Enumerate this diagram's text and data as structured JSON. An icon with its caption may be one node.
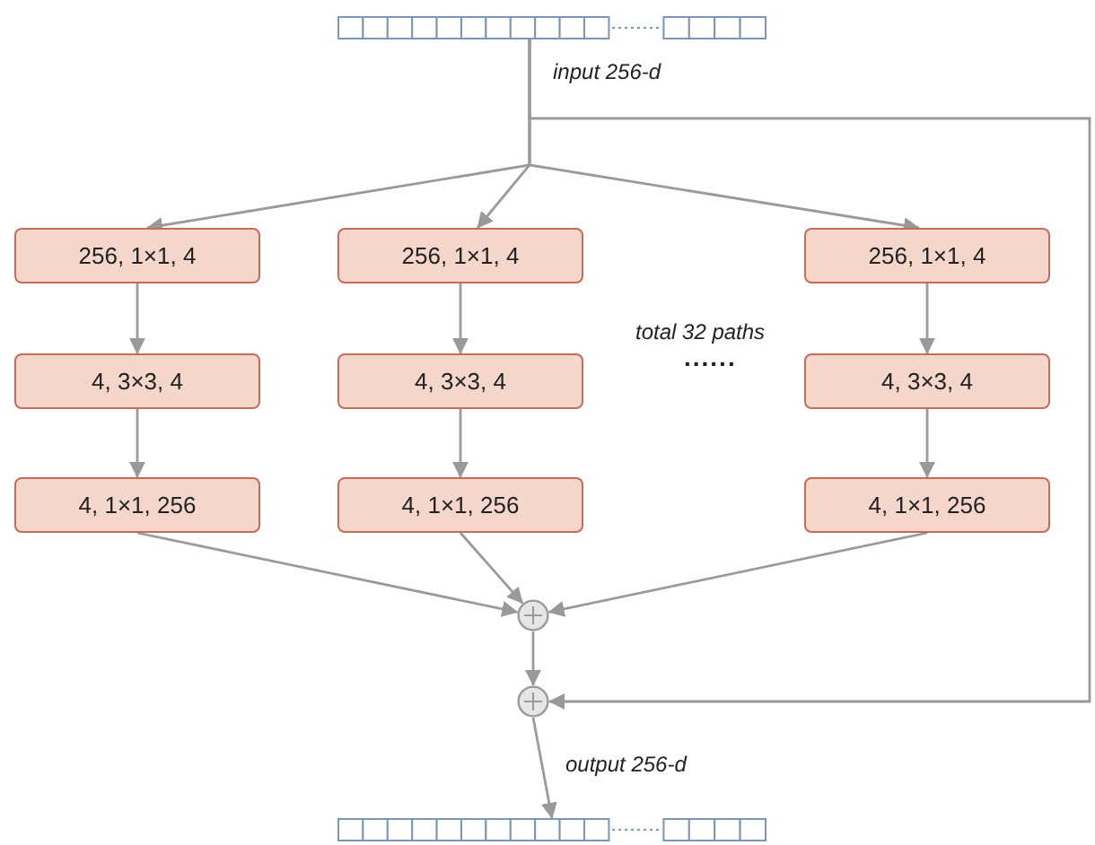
{
  "diagram": {
    "nodes": [
      {
        "text": [],
        "shape": "bar",
        "beside": [
          "input 256-d"
        ]
      },
      {
        "text": [
          "256, 1×1, 4"
        ]
      },
      {
        "text": [
          "256, 1×1, 4"
        ]
      },
      {
        "text": [
          "256, 1×1, 4"
        ]
      },
      {
        "text": [
          "4, 3×3, 4"
        ]
      },
      {
        "text": [
          "4, 3×3, 4"
        ]
      },
      {
        "text": [
          "4, 3×3, 4"
        ]
      },
      {
        "text": [
          "4, 1×1, 256"
        ]
      },
      {
        "text": [
          "4, 1×1, 256"
        ]
      },
      {
        "text": [
          "4, 1×1, 256"
        ]
      },
      {
        "text": [],
        "shape": "circle"
      },
      {
        "text": [],
        "shape": "circle"
      },
      {
        "text": [],
        "shape": "bar",
        "beside": [
          "output 256-d"
        ]
      }
    ],
    "edges": [
      {
        "from": 0,
        "to": 1,
        "arrow": "to"
      },
      {
        "from": 0,
        "to": 2,
        "arrow": "to"
      },
      {
        "from": 0,
        "to": 3,
        "arrow": "to"
      },
      {
        "from": 0,
        "to": 11,
        "arrow": "to"
      },
      {
        "from": 1,
        "to": 4,
        "arrow": "to"
      },
      {
        "from": 2,
        "to": 5,
        "arrow": "to"
      },
      {
        "from": 3,
        "to": 6,
        "arrow": "to"
      },
      {
        "from": 4,
        "to": 7,
        "arrow": "to"
      },
      {
        "from": 5,
        "to": 8,
        "arrow": "to"
      },
      {
        "from": 6,
        "to": 9,
        "arrow": "to"
      },
      {
        "from": 7,
        "to": 10,
        "arrow": "to"
      },
      {
        "from": 8,
        "to": 10,
        "arrow": "to"
      },
      {
        "from": 9,
        "to": 10,
        "arrow": "to"
      },
      {
        "from": 10,
        "to": 11,
        "arrow": "to"
      },
      {
        "from": 11,
        "to": 12,
        "arrow": "to"
      }
    ],
    "labels": [
      "total 32 paths",
      "......"
    ]
  }
}
